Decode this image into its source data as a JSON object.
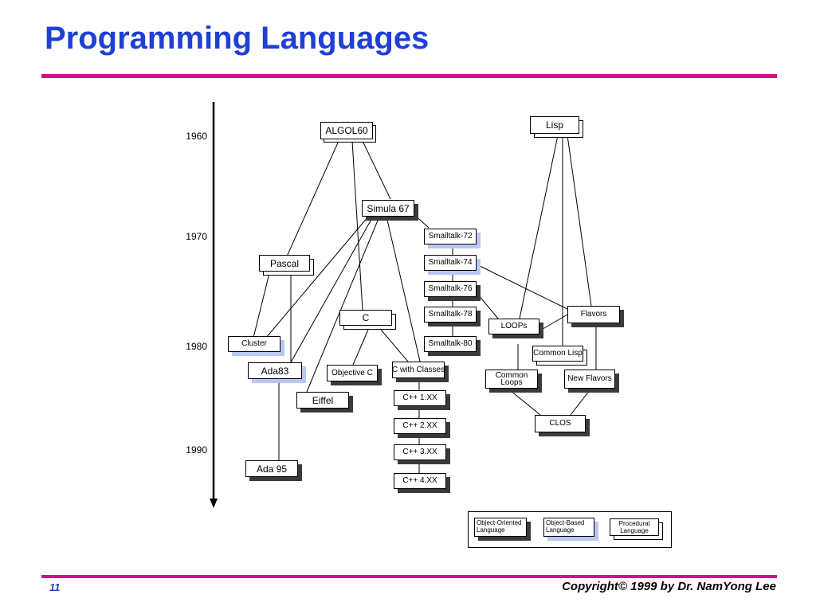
{
  "page": {
    "title": "Programming Languages",
    "slide_number": "11",
    "copyright": "Copyright© 1999 by Dr. NamYong Lee"
  },
  "timeline": {
    "years": [
      "1960",
      "1970",
      "1980",
      "1990"
    ]
  },
  "nodes": {
    "algol60": "ALGOL60",
    "lisp": "Lisp",
    "simula67": "Simula 67",
    "smalltalk72": "Smalltalk-72",
    "smalltalk74": "Smalltalk-74",
    "smalltalk76": "Smalltalk-76",
    "smalltalk78": "Smalltalk-78",
    "smalltalk80": "Smalltalk-80",
    "pascal": "Pascal",
    "c": "C",
    "cluster": "Cluster",
    "ada83": "Ada83",
    "objective_c": "Objective C",
    "c_with_classes": "C with Classes",
    "cpp1": "C++ 1.XX",
    "cpp2": "C++ 2.XX",
    "cpp3": "C++ 3.XX",
    "cpp4": "C++ 4.XX",
    "eiffel": "Eiffel",
    "ada95": "Ada 95",
    "flavors": "Flavors",
    "loops": "LOOPs",
    "common_lisp": "Common Lisp",
    "common_loops": "Common Loops",
    "new_flavors": "New  Flavors",
    "clos": "CLOS"
  },
  "legend": {
    "object_oriented": "Object-Oriented Language",
    "object_based": "Object-Based Language",
    "procedural": "Procedural Language"
  },
  "colors": {
    "title": "#1f3fd6",
    "rule": "#d40d8c",
    "object_oriented_shadow": "#3a3a3a",
    "object_based_shadow": "#b8c8f0"
  }
}
